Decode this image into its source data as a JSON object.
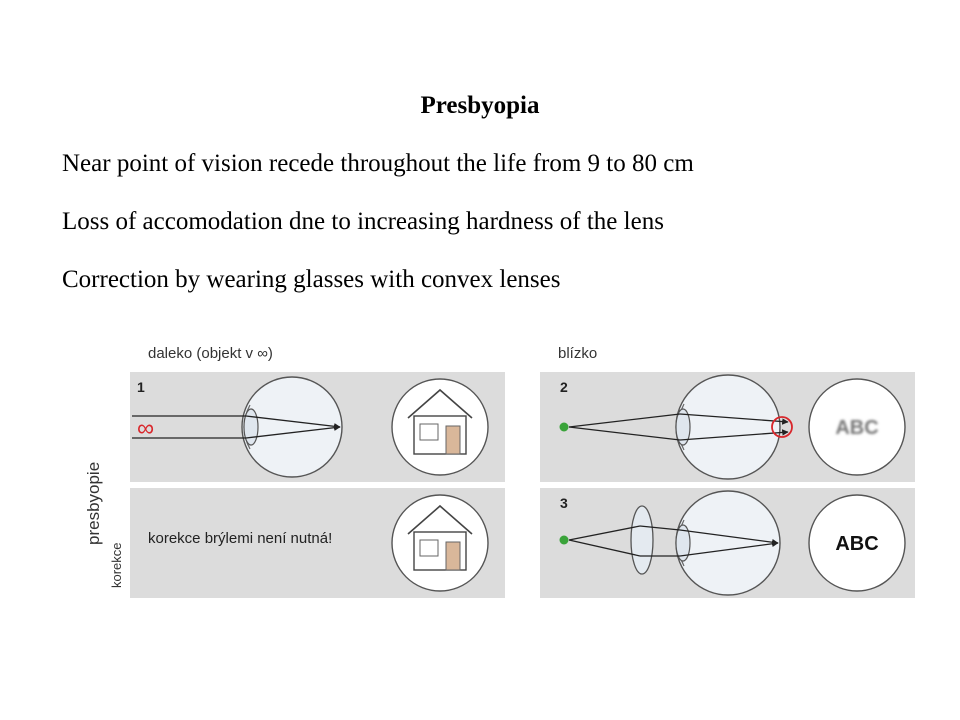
{
  "slide": {
    "title": "Presbyopia",
    "lines": [
      "Near point of vision recede throughout the life from 9 to 80 cm",
      "Loss of accomodation dne to increasing hardness of the lens",
      "Correction by wearing glasses with convex lenses"
    ]
  },
  "figure": {
    "left_header": "daleko (objekt v ∞)",
    "right_header": "blízko",
    "side_label_main": "presbyopie",
    "side_label_sub": "korekce",
    "panel_numbers": [
      "1",
      "2",
      "3"
    ],
    "infinity_symbol": "∞",
    "note": "korekce brýlemi není nutná!",
    "chart_text_blurred": "ABC",
    "chart_text_sharp": "ABC",
    "colors": {
      "panel_bg": "#dcdcdc",
      "infinity": "#d9262b",
      "focus_circle": "#d9262b",
      "object_dot": "#3aa33a",
      "eye_fill": "#eef2f6",
      "lens_fill": "#dfe6ee"
    }
  }
}
